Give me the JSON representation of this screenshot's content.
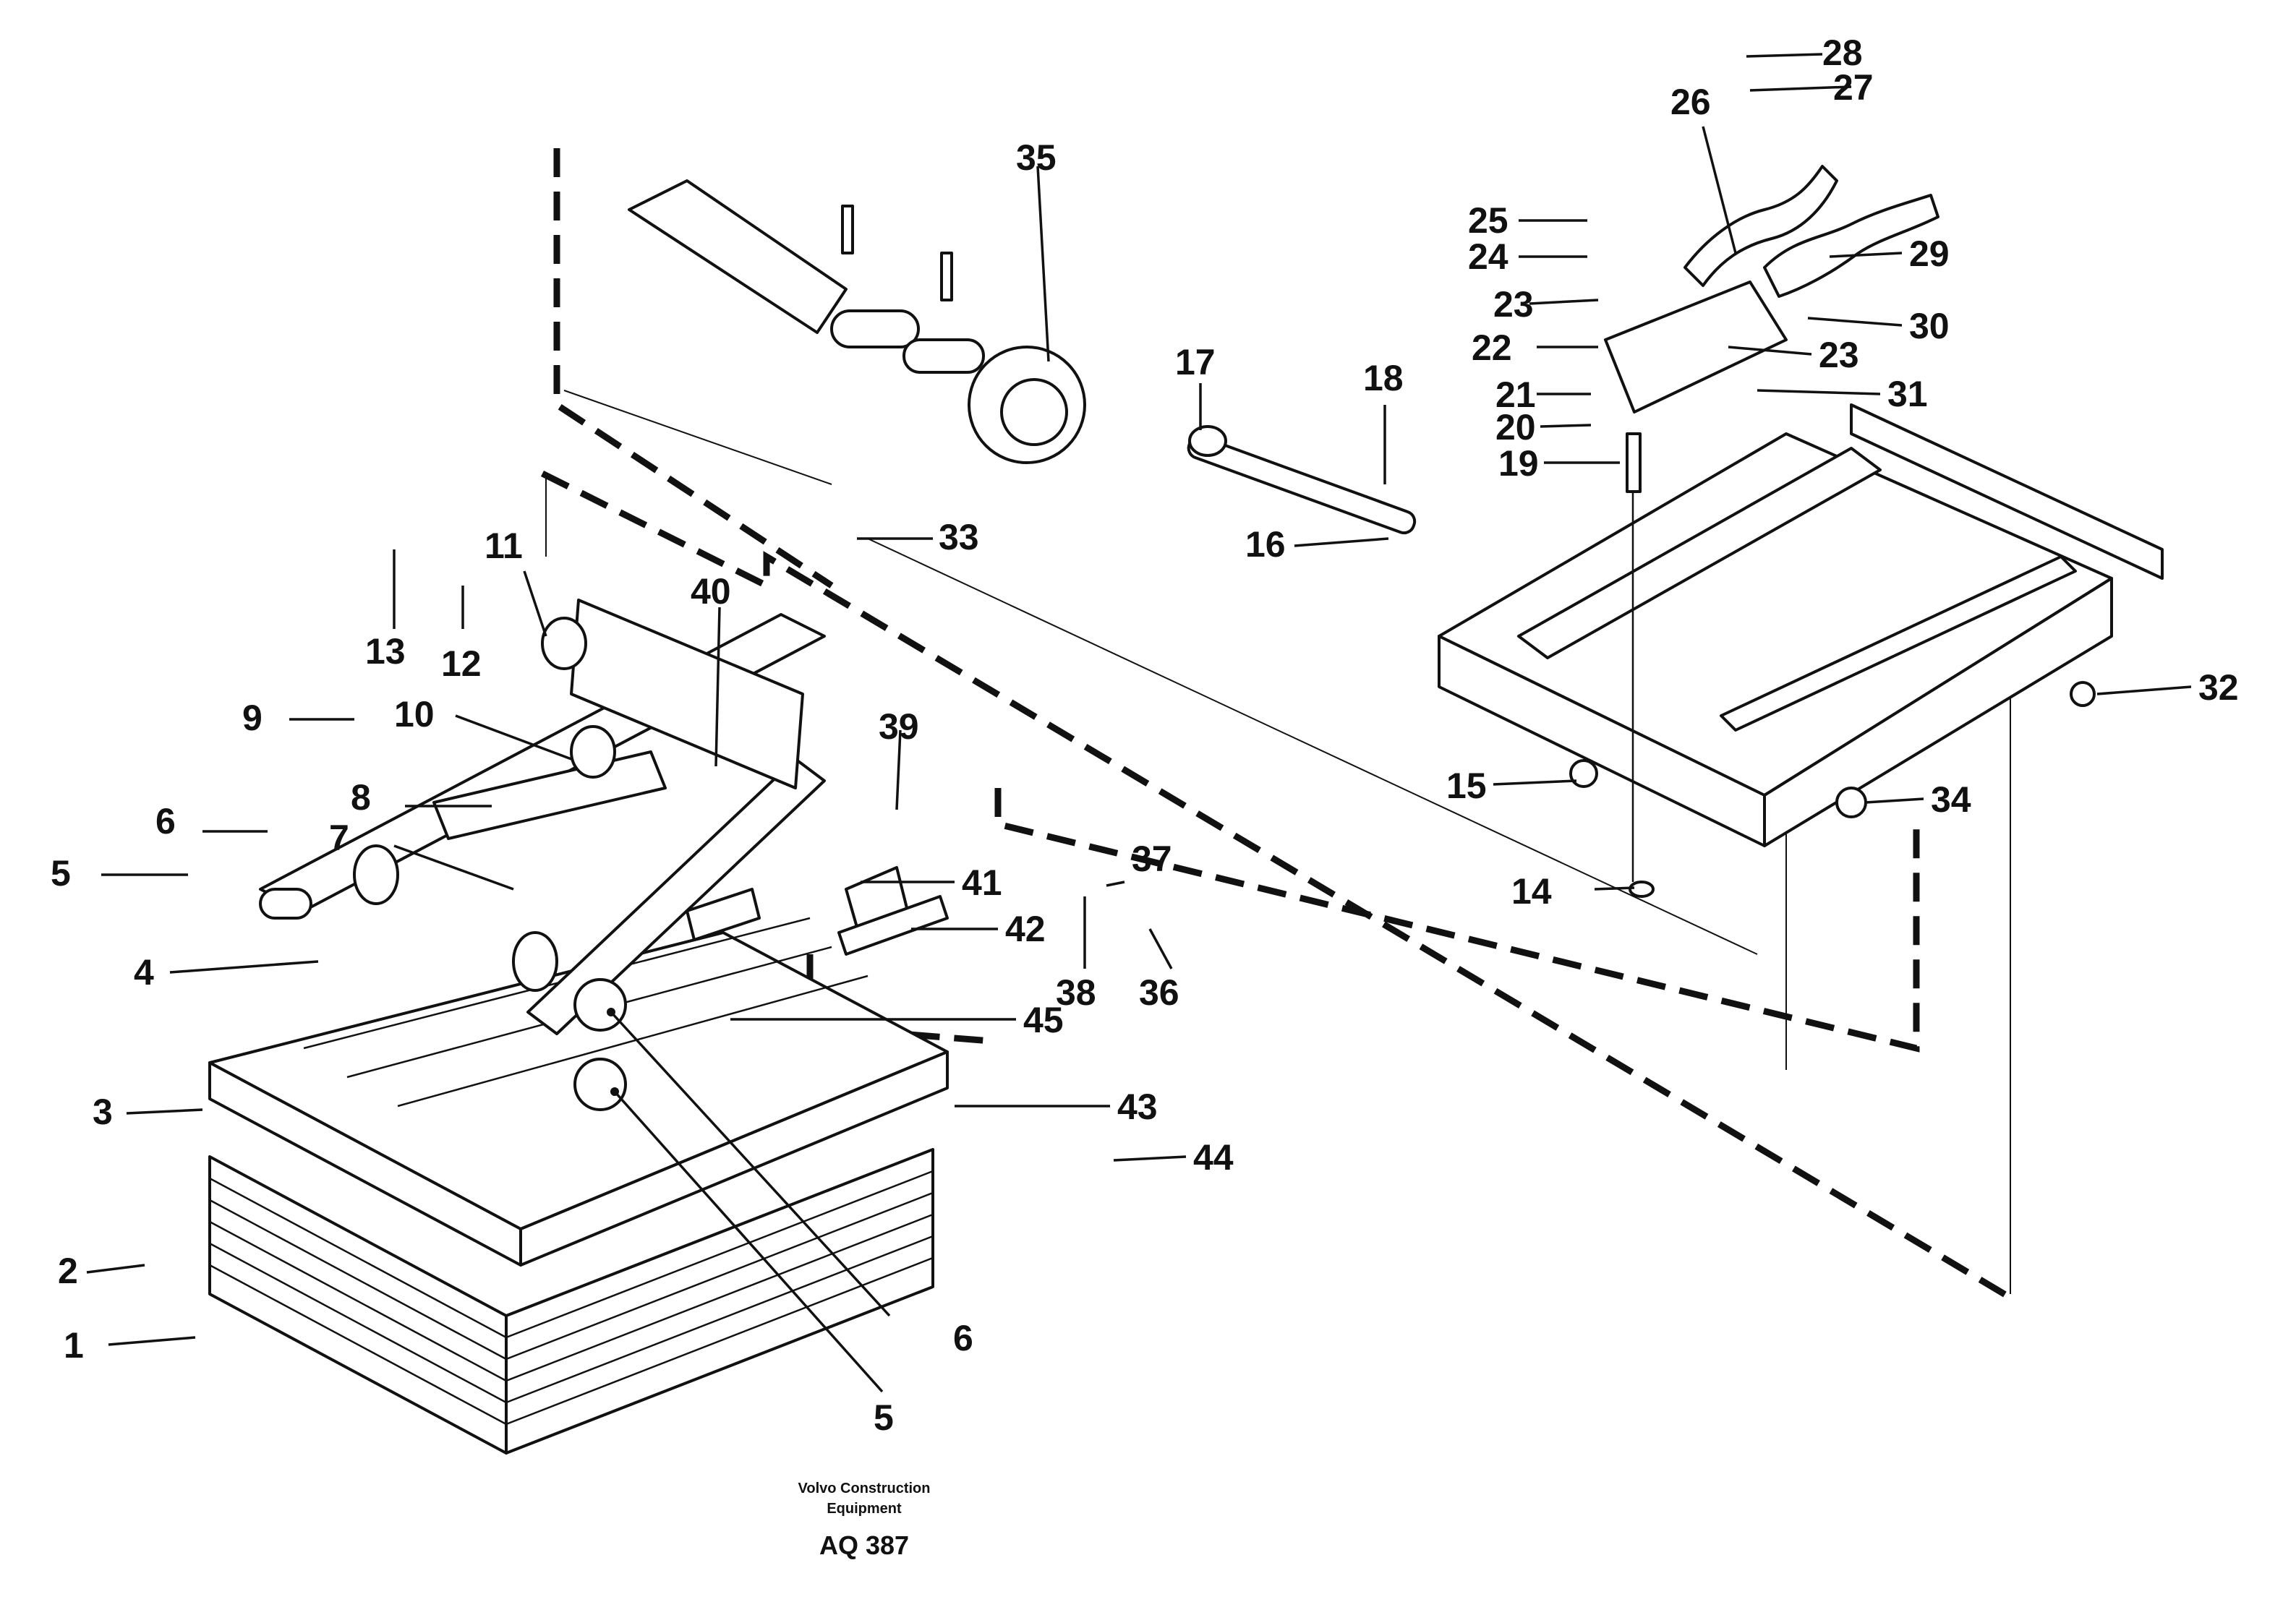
{
  "callouts": [
    {
      "id": "1",
      "label": "1"
    },
    {
      "id": "2",
      "label": "2"
    },
    {
      "id": "3",
      "label": "3"
    },
    {
      "id": "4",
      "label": "4"
    },
    {
      "id": "5a",
      "label": "5"
    },
    {
      "id": "6a",
      "label": "6"
    },
    {
      "id": "7",
      "label": "7"
    },
    {
      "id": "8",
      "label": "8"
    },
    {
      "id": "9",
      "label": "9"
    },
    {
      "id": "10",
      "label": "10"
    },
    {
      "id": "11",
      "label": "11"
    },
    {
      "id": "12",
      "label": "12"
    },
    {
      "id": "13",
      "label": "13"
    },
    {
      "id": "14",
      "label": "14"
    },
    {
      "id": "15",
      "label": "15"
    },
    {
      "id": "16",
      "label": "16"
    },
    {
      "id": "17",
      "label": "17"
    },
    {
      "id": "18",
      "label": "18"
    },
    {
      "id": "19",
      "label": "19"
    },
    {
      "id": "20",
      "label": "20"
    },
    {
      "id": "21",
      "label": "21"
    },
    {
      "id": "22",
      "label": "22"
    },
    {
      "id": "23a",
      "label": "23"
    },
    {
      "id": "23b",
      "label": "23"
    },
    {
      "id": "24",
      "label": "24"
    },
    {
      "id": "25",
      "label": "25"
    },
    {
      "id": "26",
      "label": "26"
    },
    {
      "id": "27",
      "label": "27"
    },
    {
      "id": "28",
      "label": "28"
    },
    {
      "id": "29",
      "label": "29"
    },
    {
      "id": "30",
      "label": "30"
    },
    {
      "id": "31",
      "label": "31"
    },
    {
      "id": "32",
      "label": "32"
    },
    {
      "id": "33",
      "label": "33"
    },
    {
      "id": "34",
      "label": "34"
    },
    {
      "id": "35",
      "label": "35"
    },
    {
      "id": "36",
      "label": "36"
    },
    {
      "id": "37",
      "label": "37"
    },
    {
      "id": "38",
      "label": "38"
    },
    {
      "id": "39",
      "label": "39"
    },
    {
      "id": "40",
      "label": "40"
    },
    {
      "id": "41",
      "label": "41"
    },
    {
      "id": "42",
      "label": "42"
    },
    {
      "id": "43",
      "label": "43"
    },
    {
      "id": "44",
      "label": "44"
    },
    {
      "id": "45",
      "label": "45"
    },
    {
      "id": "5b",
      "label": "5"
    },
    {
      "id": "6b",
      "label": "6"
    }
  ],
  "credit": {
    "line1": "Volvo Construction",
    "line2": "Equipment",
    "code": "AQ 387"
  }
}
